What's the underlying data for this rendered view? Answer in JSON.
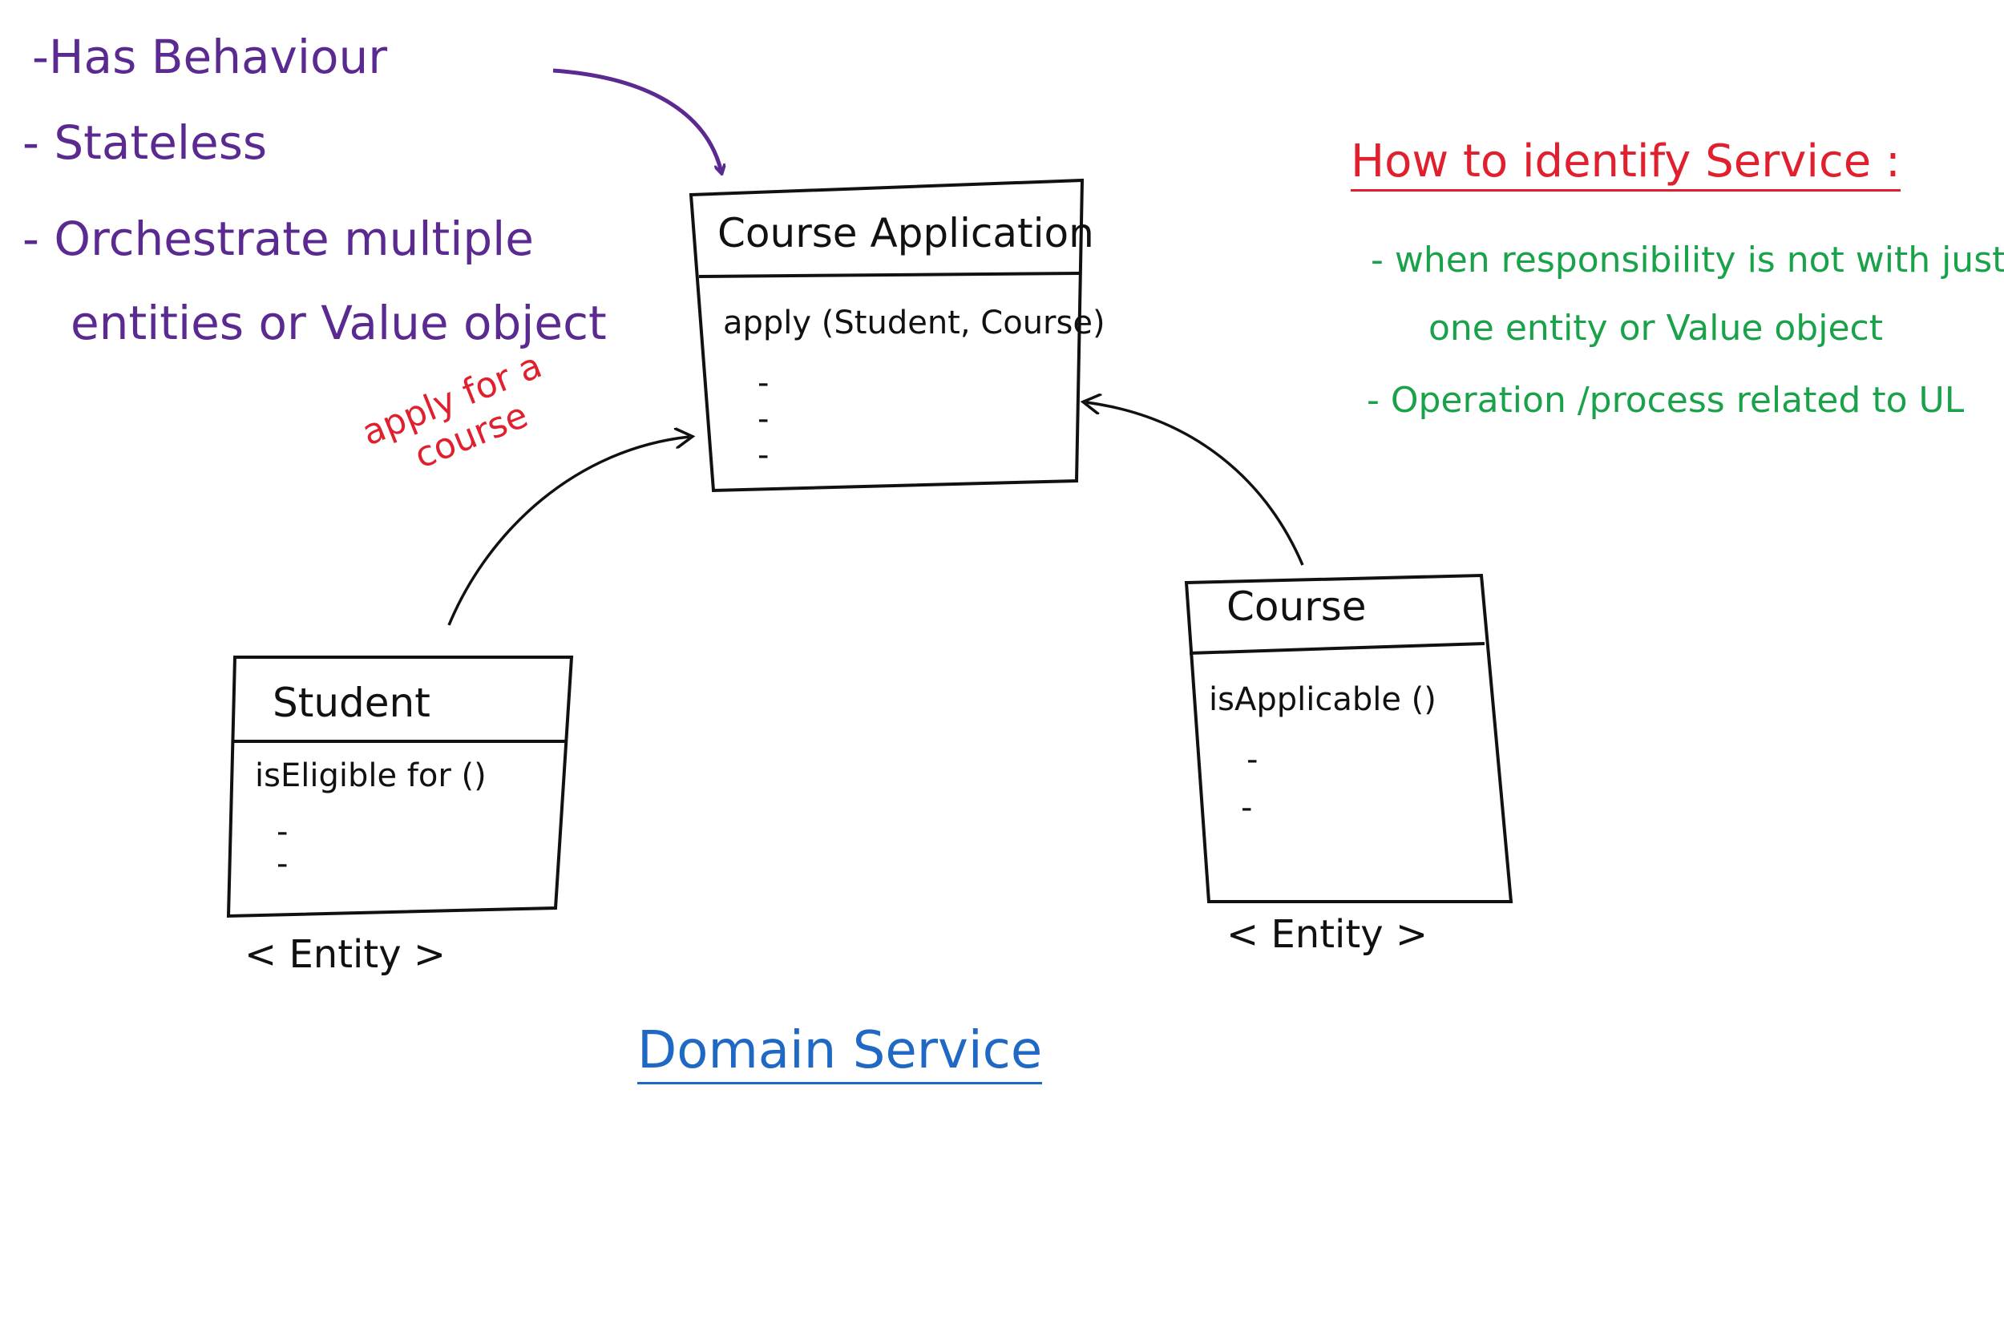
{
  "characteristics": [
    "-Has Behaviour",
    "- Stateless",
    "- Orchestrate multiple",
    "entities or Value object"
  ],
  "identify": {
    "title": "How to identify Service :",
    "points": [
      "- when responsibility is not with just",
      "one entity or Value object",
      "- Operation /process related to UL"
    ]
  },
  "service_box": {
    "title": "Course Application",
    "method": "apply (Student, Course)",
    "dashes": [
      "-",
      "-",
      "-"
    ]
  },
  "student_box": {
    "title": "Student",
    "method": "isEligible for ()",
    "dashes": [
      "-",
      "-"
    ],
    "stereotype": "< Entity >"
  },
  "course_box": {
    "title": "Course",
    "method": "isApplicable ()",
    "dashes": [
      "-",
      "-"
    ],
    "stereotype": "< Entity >"
  },
  "arrow_label": [
    "apply for a",
    "course"
  ],
  "footer_title": "Domain Service",
  "colors": {
    "purple": "#5b2a91",
    "red": "#e0202e",
    "green": "#1aa24a",
    "blue": "#1f68c4",
    "ink": "#111111"
  }
}
